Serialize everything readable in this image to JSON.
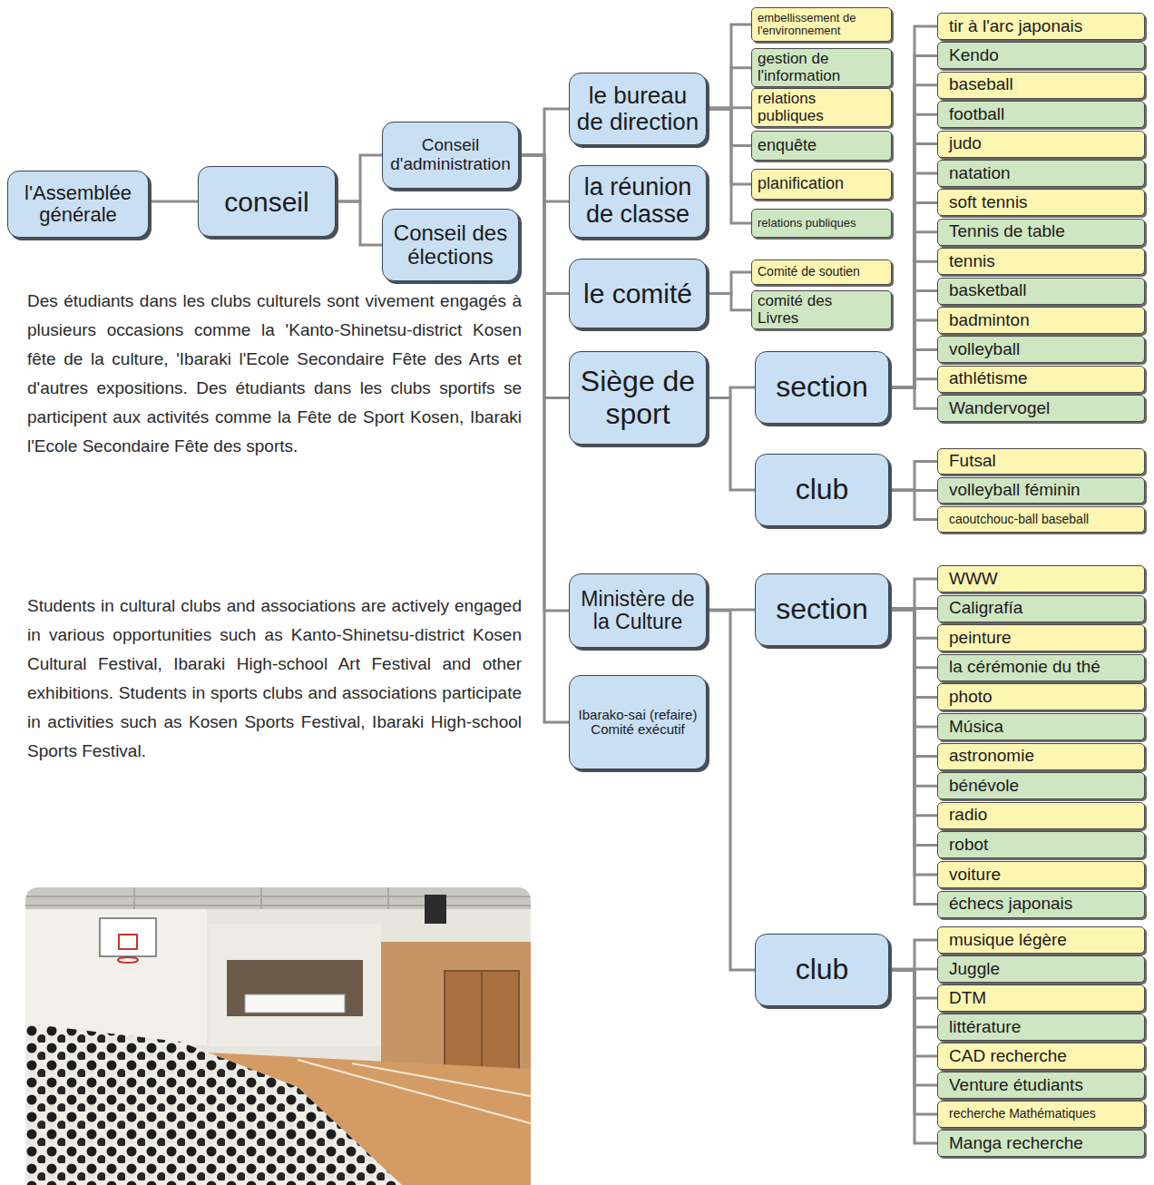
{
  "diagram": {
    "nodes": [
      {
        "text": [
          "l'Assemblée générale"
        ]
      },
      {
        "text": [
          "conseil"
        ]
      },
      {
        "text": [
          "Conseil d'administration"
        ]
      },
      {
        "text": [
          "Conseil des élections"
        ]
      },
      {
        "text": [
          "le bureau de direction"
        ]
      },
      {
        "text": [
          "embellissement de l'environnement"
        ]
      },
      {
        "text": [
          "gestion de l'information"
        ]
      },
      {
        "text": [
          "relations publiques"
        ]
      },
      {
        "text": [
          "enquête"
        ]
      },
      {
        "text": [
          "planification"
        ]
      },
      {
        "text": [
          "relations publiques"
        ]
      },
      {
        "text": [
          "la réunion de classe"
        ]
      },
      {
        "text": [
          "le comité"
        ]
      },
      {
        "text": [
          "Comité de soutien"
        ]
      },
      {
        "text": [
          "comité des Livres"
        ]
      },
      {
        "text": [
          "Siège de sport"
        ]
      },
      {
        "text": [
          "section"
        ]
      },
      {
        "text": [
          "tir à l'arc japonais"
        ]
      },
      {
        "text": [
          "Kendo"
        ]
      },
      {
        "text": [
          "baseball"
        ]
      },
      {
        "text": [
          "football"
        ]
      },
      {
        "text": [
          "judo"
        ]
      },
      {
        "text": [
          "natation"
        ]
      },
      {
        "text": [
          "soft tennis"
        ]
      },
      {
        "text": [
          "Tennis de table"
        ]
      },
      {
        "text": [
          "tennis"
        ]
      },
      {
        "text": [
          "basketball"
        ]
      },
      {
        "text": [
          "badminton"
        ]
      },
      {
        "text": [
          "volleyball"
        ]
      },
      {
        "text": [
          "athlétisme"
        ]
      },
      {
        "text": [
          "Wandervogel"
        ]
      },
      {
        "text": [
          "club"
        ]
      },
      {
        "text": [
          "Futsal"
        ]
      },
      {
        "text": [
          "volleyball féminin"
        ]
      },
      {
        "text": [
          "caoutchouc-ball baseball"
        ]
      },
      {
        "text": [
          "Ministère de la Culture"
        ]
      },
      {
        "text": [
          "section"
        ]
      },
      {
        "text": [
          "WWW"
        ]
      },
      {
        "text": [
          "Caligrafía"
        ]
      },
      {
        "text": [
          "peinture"
        ]
      },
      {
        "text": [
          "la cérémonie du thé"
        ]
      },
      {
        "text": [
          "photo"
        ]
      },
      {
        "text": [
          "Música"
        ]
      },
      {
        "text": [
          "astronomie"
        ]
      },
      {
        "text": [
          "bénévole"
        ]
      },
      {
        "text": [
          "radio"
        ]
      },
      {
        "text": [
          "robot"
        ]
      },
      {
        "text": [
          "voiture"
        ]
      },
      {
        "text": [
          "échecs japonais"
        ]
      },
      {
        "text": [
          "club"
        ]
      },
      {
        "text": [
          "musique légère"
        ]
      },
      {
        "text": [
          "Juggle"
        ]
      },
      {
        "text": [
          "DTM"
        ]
      },
      {
        "text": [
          "littérature"
        ]
      },
      {
        "text": [
          "CAD recherche"
        ]
      },
      {
        "text": [
          "Venture étudiants"
        ]
      },
      {
        "text": [
          "recherche Mathématiques"
        ]
      },
      {
        "text": [
          "Manga recherche"
        ]
      },
      {
        "text": [
          "Ibarako-sai (refaire) Comité exécutif"
        ]
      }
    ],
    "edges": [
      {
        "from": 0,
        "to": 1,
        "arrow": "none"
      },
      {
        "from": 1,
        "to": 2,
        "arrow": "none"
      },
      {
        "from": 1,
        "to": 3,
        "arrow": "none"
      },
      {
        "from": 2,
        "to": 4,
        "arrow": "none"
      },
      {
        "from": 2,
        "to": 11,
        "arrow": "none"
      },
      {
        "from": 2,
        "to": 12,
        "arrow": "none"
      },
      {
        "from": 2,
        "to": 15,
        "arrow": "none"
      },
      {
        "from": 2,
        "to": 35,
        "arrow": "none"
      },
      {
        "from": 2,
        "to": 58,
        "arrow": "none"
      },
      {
        "from": 4,
        "to": 5,
        "arrow": "none"
      },
      {
        "from": 4,
        "to": 6,
        "arrow": "none"
      },
      {
        "from": 4,
        "to": 7,
        "arrow": "none"
      },
      {
        "from": 4,
        "to": 8,
        "arrow": "none"
      },
      {
        "from": 4,
        "to": 9,
        "arrow": "none"
      },
      {
        "from": 4,
        "to": 10,
        "arrow": "none"
      },
      {
        "from": 12,
        "to": 13,
        "arrow": "none"
      },
      {
        "from": 12,
        "to": 14,
        "arrow": "none"
      },
      {
        "from": 15,
        "to": 16,
        "arrow": "none"
      },
      {
        "from": 15,
        "to": 31,
        "arrow": "none"
      },
      {
        "from": 16,
        "to": 17,
        "arrow": "none"
      },
      {
        "from": 16,
        "to": 18,
        "arrow": "none"
      },
      {
        "from": 16,
        "to": 19,
        "arrow": "none"
      },
      {
        "from": 16,
        "to": 20,
        "arrow": "none"
      },
      {
        "from": 16,
        "to": 21,
        "arrow": "none"
      },
      {
        "from": 16,
        "to": 22,
        "arrow": "none"
      },
      {
        "from": 16,
        "to": 23,
        "arrow": "none"
      },
      {
        "from": 16,
        "to": 24,
        "arrow": "none"
      },
      {
        "from": 16,
        "to": 25,
        "arrow": "none"
      },
      {
        "from": 16,
        "to": 26,
        "arrow": "none"
      },
      {
        "from": 16,
        "to": 27,
        "arrow": "none"
      },
      {
        "from": 16,
        "to": 28,
        "arrow": "none"
      },
      {
        "from": 16,
        "to": 29,
        "arrow": "none"
      },
      {
        "from": 16,
        "to": 30,
        "arrow": "none"
      },
      {
        "from": 31,
        "to": 32,
        "arrow": "none"
      },
      {
        "from": 31,
        "to": 33,
        "arrow": "none"
      },
      {
        "from": 31,
        "to": 34,
        "arrow": "none"
      },
      {
        "from": 35,
        "to": 36,
        "arrow": "none"
      },
      {
        "from": 35,
        "to": 49,
        "arrow": "none"
      },
      {
        "from": 36,
        "to": 37,
        "arrow": "none"
      },
      {
        "from": 36,
        "to": 38,
        "arrow": "none"
      },
      {
        "from": 36,
        "to": 39,
        "arrow": "none"
      },
      {
        "from": 36,
        "to": 40,
        "arrow": "none"
      },
      {
        "from": 36,
        "to": 41,
        "arrow": "none"
      },
      {
        "from": 36,
        "to": 42,
        "arrow": "none"
      },
      {
        "from": 36,
        "to": 43,
        "arrow": "none"
      },
      {
        "from": 36,
        "to": 44,
        "arrow": "none"
      },
      {
        "from": 36,
        "to": 45,
        "arrow": "none"
      },
      {
        "from": 36,
        "to": 46,
        "arrow": "none"
      },
      {
        "from": 36,
        "to": 47,
        "arrow": "none"
      },
      {
        "from": 36,
        "to": 48,
        "arrow": "none"
      },
      {
        "from": 49,
        "to": 50,
        "arrow": "none"
      },
      {
        "from": 49,
        "to": 51,
        "arrow": "none"
      },
      {
        "from": 49,
        "to": 52,
        "arrow": "none"
      },
      {
        "from": 49,
        "to": 53,
        "arrow": "none"
      },
      {
        "from": 49,
        "to": 54,
        "arrow": "none"
      },
      {
        "from": 49,
        "to": 55,
        "arrow": "none"
      },
      {
        "from": 49,
        "to": 56,
        "arrow": "none"
      },
      {
        "from": 49,
        "to": 57,
        "arrow": "none"
      }
    ],
    "labels": [
      "Des étudiants dans les clubs culturels sont vivement engagés à plusieurs occasions comme la 'Kanto-Shinetsu-district Kosen fête de la culture, 'Ibaraki l'Ecole Secondaire Fête des Arts et d'autres expositions. Des étudiants dans les clubs sportifs se participent aux activités comme la Fête de Sport Kosen, Ibaraki l'Ecole Secondaire Fête des sports.",
      "Students in cultural clubs and associations are actively engaged in various opportunities such as Kanto-Shinetsu-district Kosen Cultural Festival, Ibaraki High-school Art Festival and other exhibitions. Students in sports clubs and associations participate in activities such as Kosen Sports Festival, Ibaraki High-school Sports Festival."
    ]
  }
}
